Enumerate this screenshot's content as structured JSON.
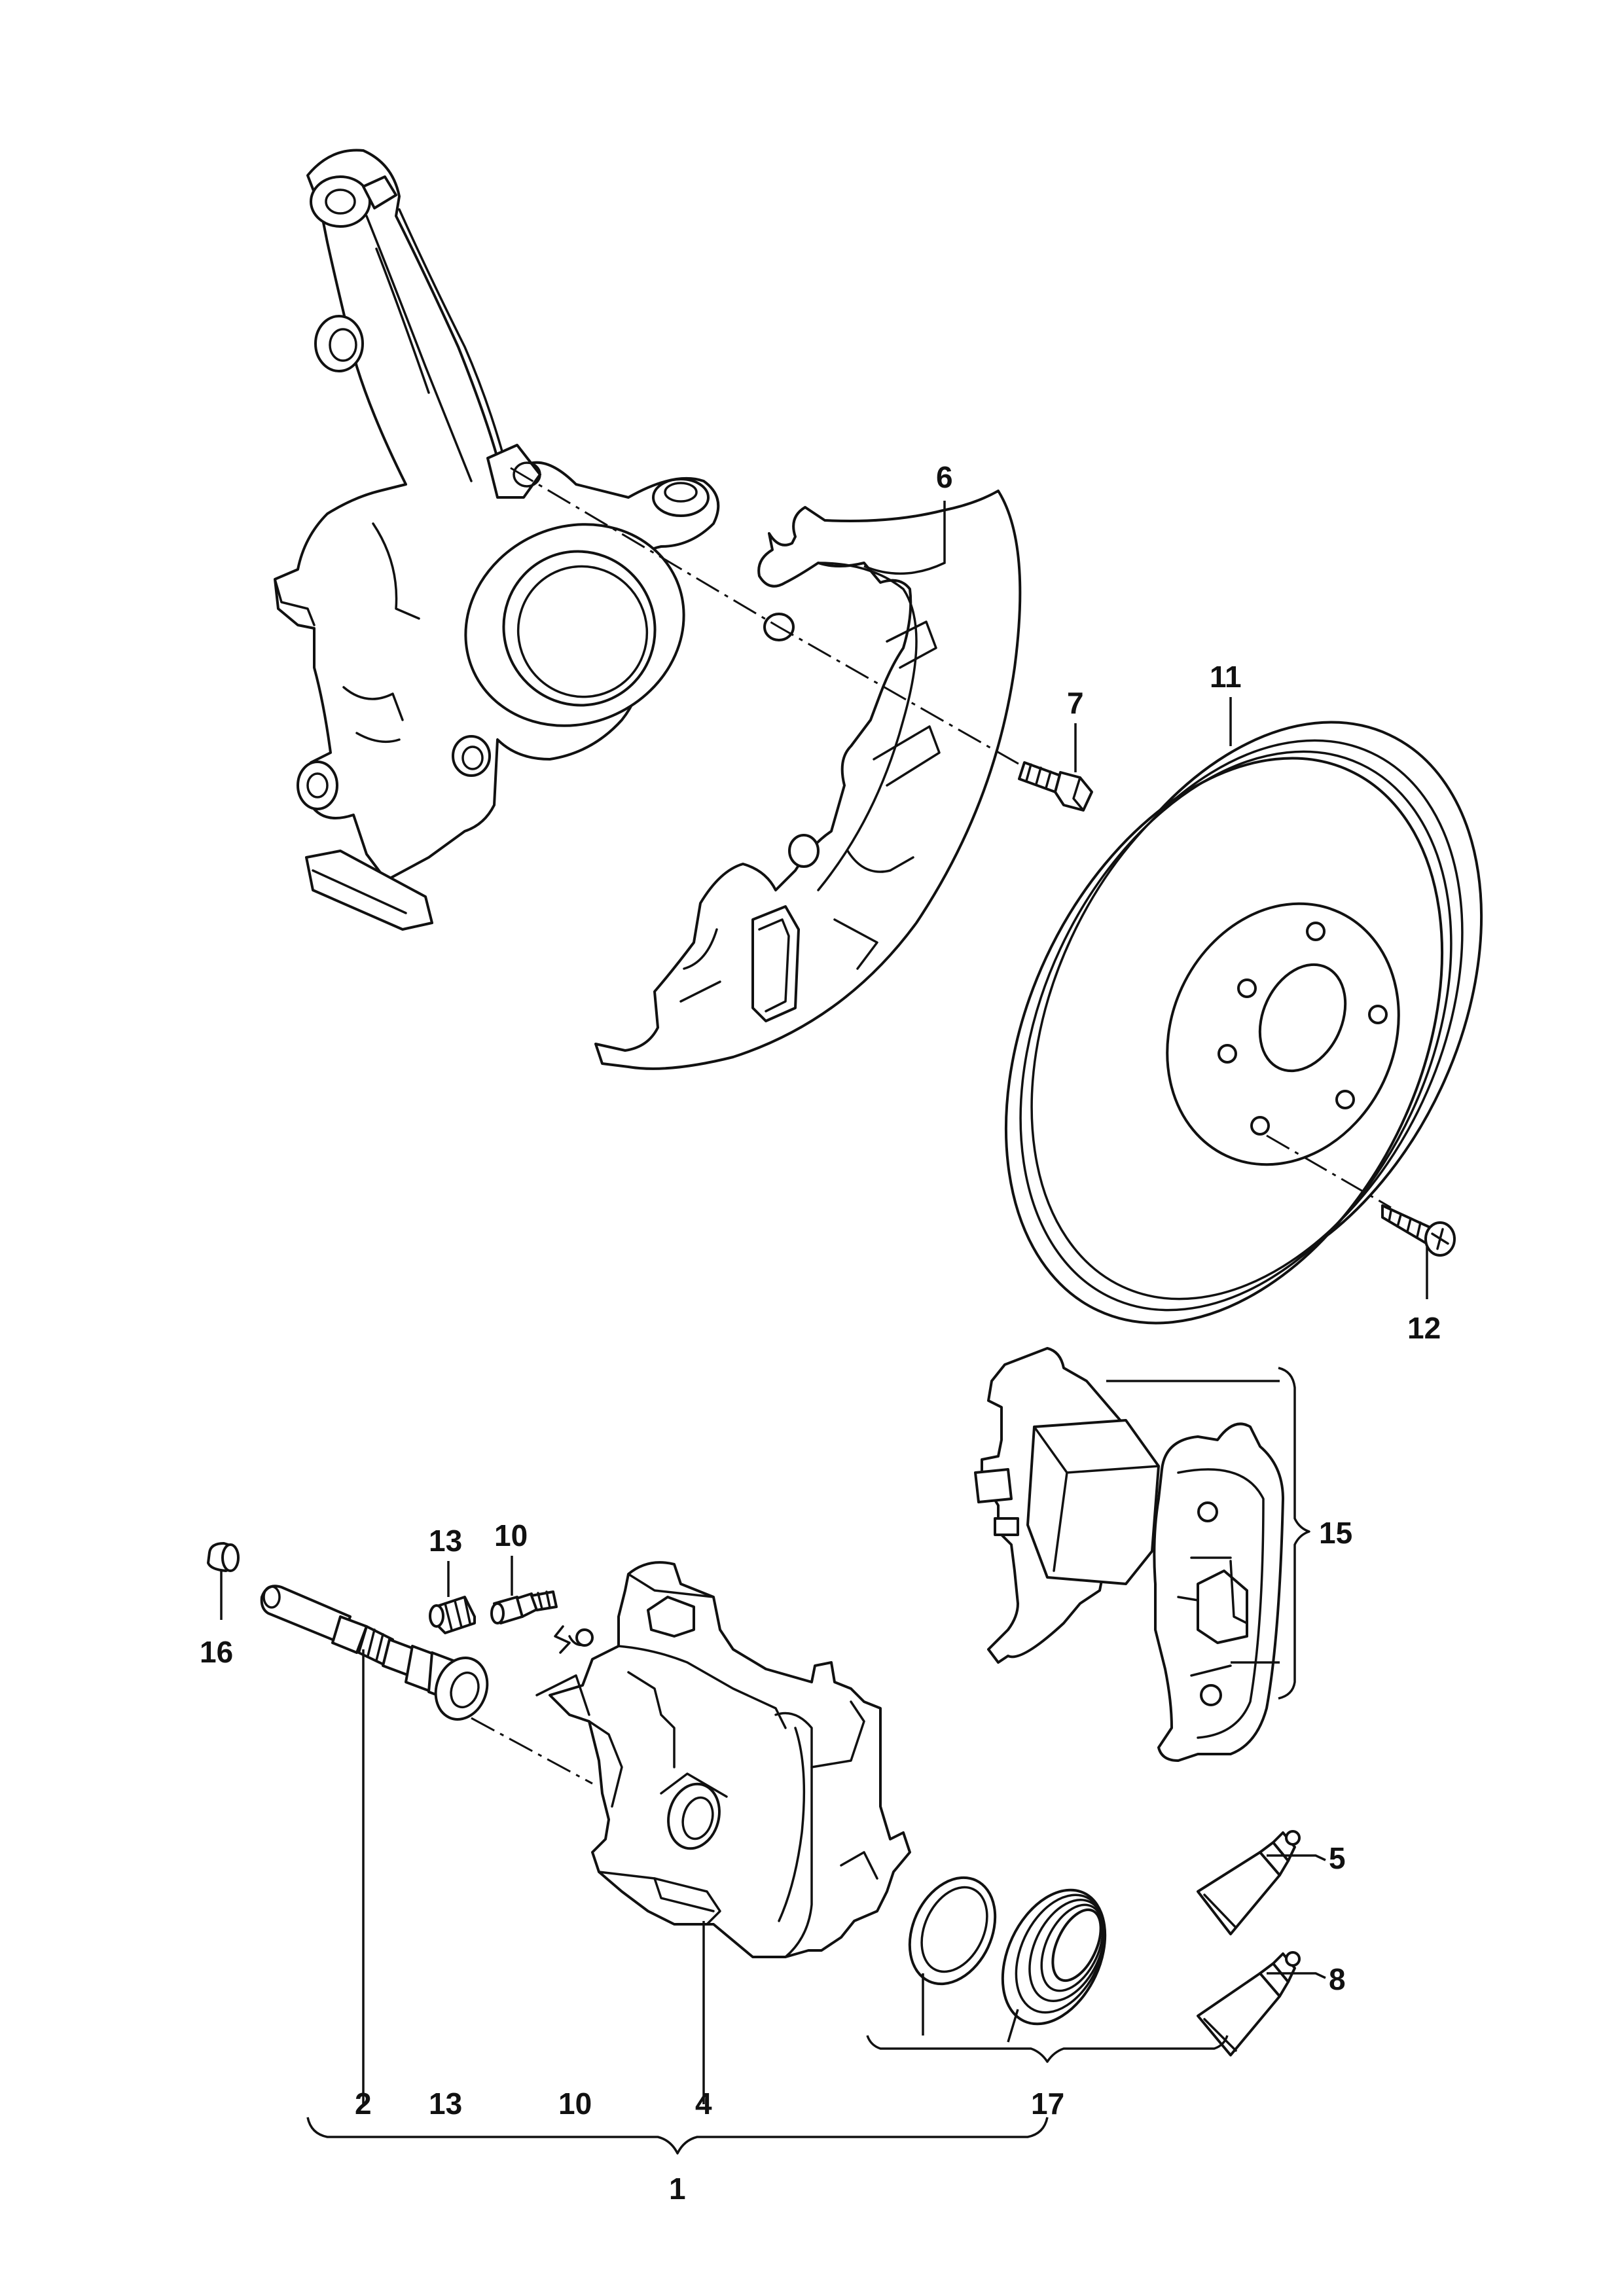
{
  "callouts": {
    "c1": "1",
    "c2": "2",
    "c4": "4",
    "c5": "5",
    "c6": "6",
    "c7": "7",
    "c8": "8",
    "c10_top": "10",
    "c10_bottom": "10",
    "c11": "11",
    "c12": "12",
    "c13_top": "13",
    "c13_bottom": "13",
    "c15": "15",
    "c16": "16",
    "c17": "17"
  },
  "colors": {
    "line": "#111111",
    "background": "#ffffff"
  }
}
